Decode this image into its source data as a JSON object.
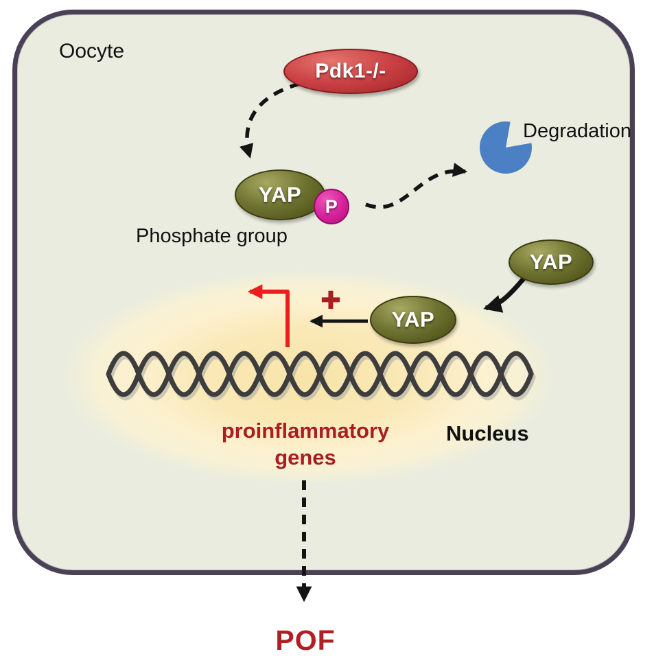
{
  "diagram": {
    "cell": {
      "label": "Oocyte"
    },
    "pdk1": {
      "label": "Pdk1-/-"
    },
    "yap1": {
      "label": "YAP"
    },
    "yap2": {
      "label": "YAP"
    },
    "yap3": {
      "label": "YAP"
    },
    "phosphate": {
      "label": "P"
    },
    "phosphate_group": {
      "label": "Phosphate group"
    },
    "degradation": {
      "label": "Degradation"
    },
    "plus": {
      "label": "✚"
    },
    "genes": {
      "line1": "proinflammatory",
      "line2": "genes"
    },
    "nucleus": {
      "label": "Nucleus"
    },
    "pof": {
      "label": "POF"
    },
    "edges": [
      {
        "from": "Pdk1-/-",
        "to": "YAP",
        "style": "dashed-arrow"
      },
      {
        "from": "YAP-P",
        "to": "Degradation",
        "style": "dashed-arrow"
      },
      {
        "from": "YAP (cytoplasm)",
        "to": "YAP (nucleus)",
        "style": "solid-arrow"
      },
      {
        "from": "YAP (nucleus)",
        "to": "transcription start",
        "style": "solid-arrow",
        "sign": "✚"
      },
      {
        "from": "proinflammatory genes",
        "to": "POF",
        "style": "dashed-arrow"
      }
    ],
    "colors": {
      "cell_fill": "#e9ecdf",
      "cell_border": "#4a4156",
      "pdk1_fill": "#cb4246",
      "yap_fill": "#6e7230",
      "phosphate_fill": "#d6219c",
      "degradation_fill": "#4b80c4",
      "nucleus_fill": "#fae9b8",
      "gene_text": "#a81e22",
      "transcription_arrow": "#ee1d1d",
      "pof_text": "#b01f24"
    }
  }
}
